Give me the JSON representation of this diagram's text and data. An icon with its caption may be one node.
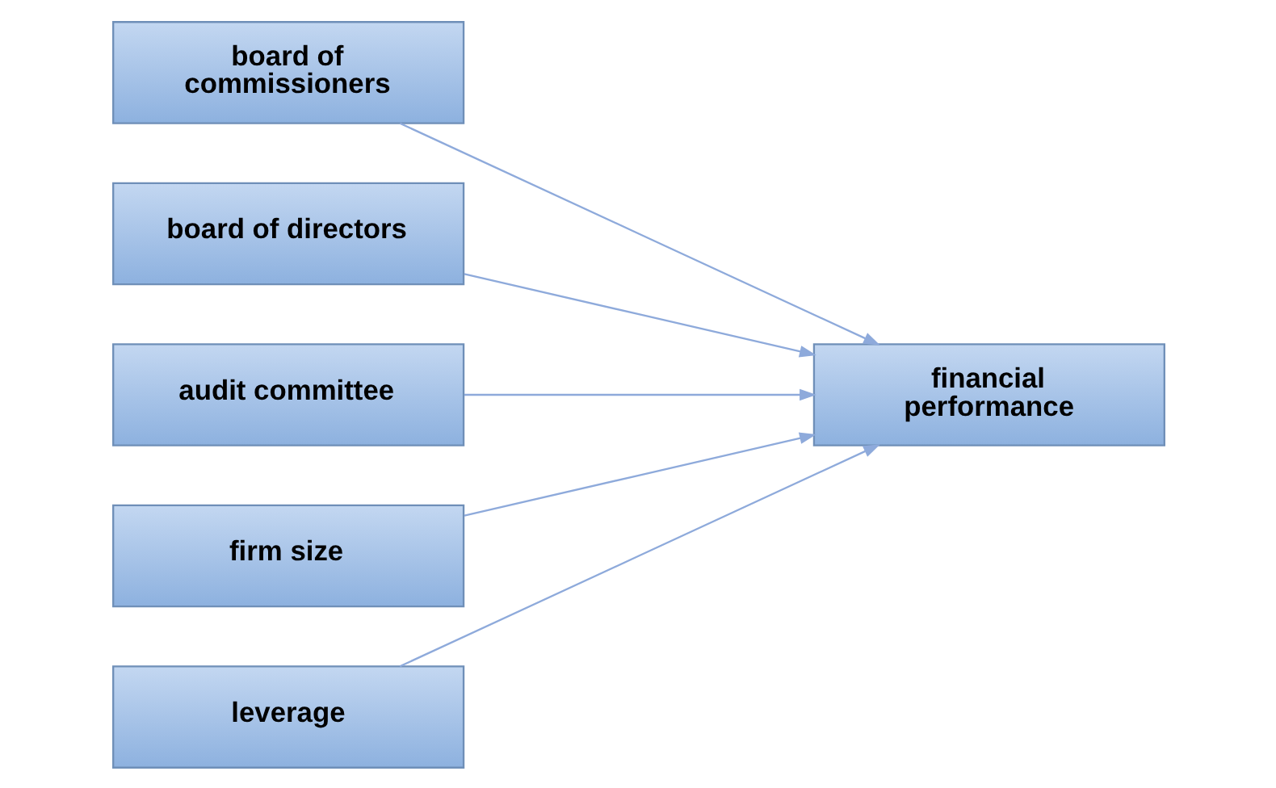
{
  "diagram": {
    "nodes": [
      {
        "text": [
          "board of commissioners"
        ]
      },
      {
        "text": [
          "board of directors"
        ]
      },
      {
        "text": [
          "audit committee"
        ]
      },
      {
        "text": [
          "firm size"
        ]
      },
      {
        "text": [
          "leverage"
        ]
      },
      {
        "text": [
          "financial performance"
        ]
      }
    ],
    "edges": [
      {
        "from": 0,
        "to": 5,
        "arrow": "to"
      },
      {
        "from": 1,
        "to": 5,
        "arrow": "to"
      },
      {
        "from": 2,
        "to": 5,
        "arrow": "to"
      },
      {
        "from": 3,
        "to": 5,
        "arrow": "to"
      },
      {
        "from": 4,
        "to": 5,
        "arrow": "to"
      }
    ]
  }
}
